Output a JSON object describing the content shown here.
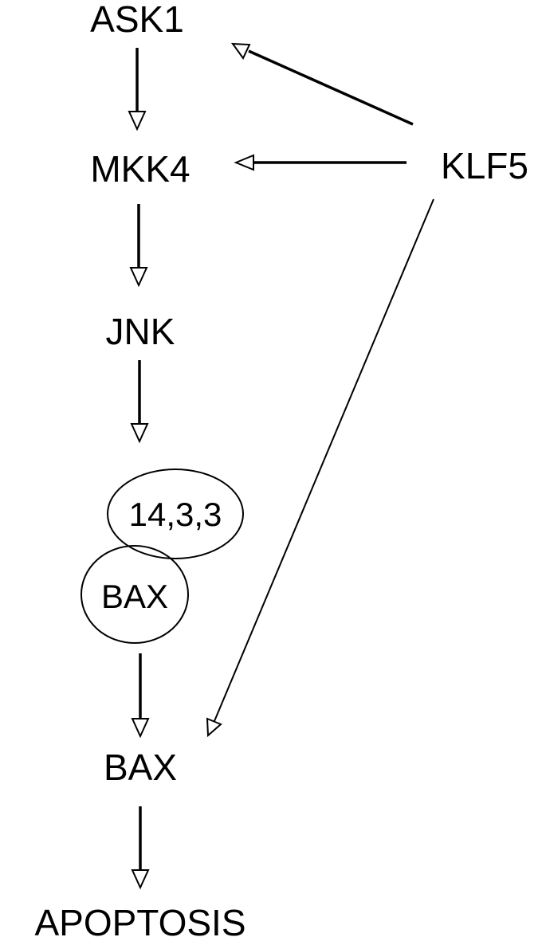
{
  "nodes": {
    "ask1": "ASK1",
    "mkk4": "MKK4",
    "jnk": "JNK",
    "klf5": "KLF5",
    "complex_top": "14,3,3",
    "complex_bottom": "BAX",
    "bax": "BAX",
    "apoptosis": "APOPTOSIS"
  },
  "colors": {
    "stroke": "#000000",
    "arrowhead_fill": "#ffffff",
    "background": "#ffffff"
  }
}
